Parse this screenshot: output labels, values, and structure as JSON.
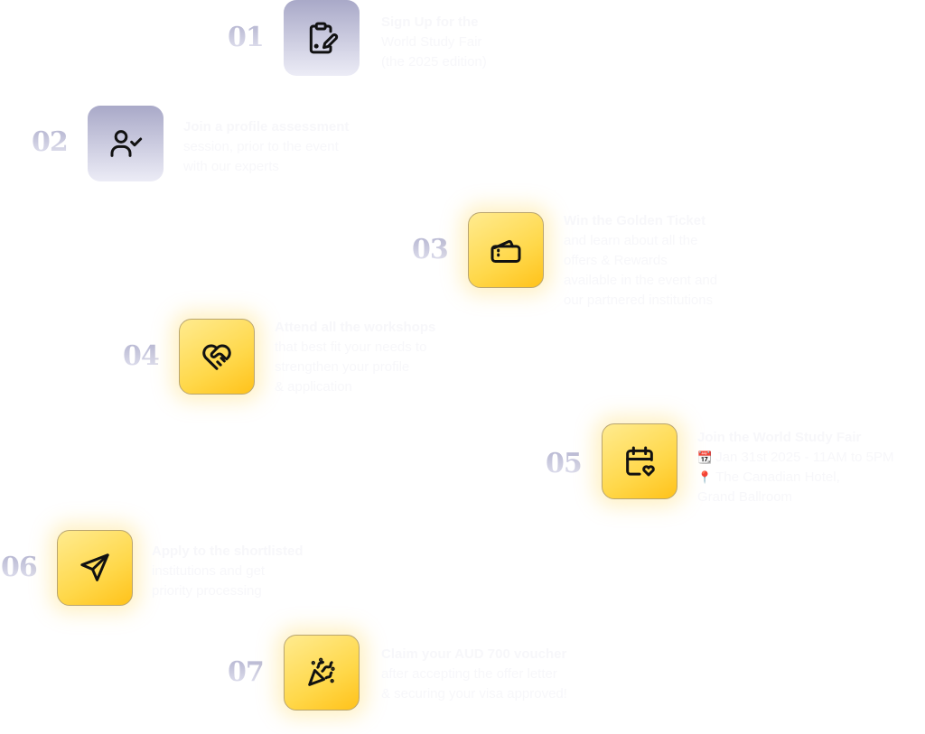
{
  "steps": [
    {
      "number": "01",
      "icon": "clipboard-edit-icon",
      "title": "Sign Up for the",
      "lines": [
        "World Study Fair",
        "(the 2025 edition)"
      ]
    },
    {
      "number": "02",
      "icon": "user-check-icon",
      "title": "Join a profile assessment",
      "lines": [
        "session, prior to the event",
        "with our experts"
      ]
    },
    {
      "number": "03",
      "icon": "tickets-icon",
      "title": "Win the Golden Ticket",
      "lines": [
        "and learn about all the",
        "offers & Rewards",
        "available in the event and",
        "our partnered institutions"
      ]
    },
    {
      "number": "04",
      "icon": "heart-handshake-icon",
      "title": "Attend all the workshops",
      "lines": [
        "that best fit your needs to",
        "strengthen your profile",
        "& application"
      ]
    },
    {
      "number": "05",
      "icon": "calendar-heart-icon",
      "title": "Join the World Study Fair",
      "date_icon": "📆",
      "date": "Jan 31st 2025 - 11AM to 5PM",
      "location_icon": "📍",
      "location": "The Canadian Hotel,",
      "lines": [
        "Grand Ballroom"
      ]
    },
    {
      "number": "06",
      "icon": "send-icon",
      "title": "Apply to the shortlisted",
      "lines": [
        "institutions and get",
        "priority processing"
      ]
    },
    {
      "number": "07",
      "icon": "party-popper-icon",
      "title": "Claim your AUD 700 voucher",
      "lines": [
        "after accepting the offer letter",
        "& securing your visa approved!"
      ]
    }
  ]
}
